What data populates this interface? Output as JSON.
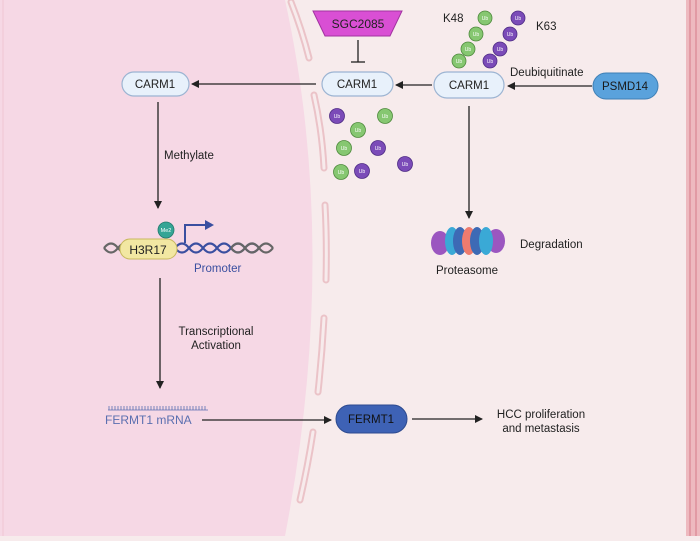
{
  "diagram": {
    "colors": {
      "nucleus_fill": "#f6d8e5",
      "cytoplasm_fill": "#f7ebec",
      "membrane": "#e8a3ad",
      "envelope": "#ebc3c8",
      "carm1_fill": "#e8f1fb",
      "carm1_stroke": "#9cb4d2",
      "inhibitor_fill": "#d94fd4",
      "psmd14_fill": "#5aa2dc",
      "fermt1_fill": "#3e62b5",
      "ub_k48": "#86c771",
      "ub_k63": "#7b4bb8",
      "me2": "#35a595",
      "h3r17_fill": "#f2e7a2",
      "promoter_text": "#3a4fa0",
      "mrna_text": "#5b6fb0",
      "arrow": "#222222"
    },
    "nodes": {
      "inhibitor": "SGC2085",
      "carm1_nucleus": "CARM1",
      "carm1_mid": "CARM1",
      "carm1_right": "CARM1",
      "psmd14": "PSMD14",
      "h3r17": "H3R17",
      "me2": "Me2",
      "promoter": "Promoter",
      "mrna": "FERMT1 mRNA",
      "fermt1": "FERMT1",
      "proteasome": "Proteasome"
    },
    "labels": {
      "k48": "K48",
      "k63": "K63",
      "ub": "Ub",
      "deubiquitinate": "Deubiquitinate",
      "methylate": "Methylate",
      "transcriptional": "Transcriptional",
      "activation": "Activation",
      "degradation": "Degradation",
      "outcome_line1": "HCC proliferation",
      "outcome_line2": "and metastasis"
    }
  }
}
